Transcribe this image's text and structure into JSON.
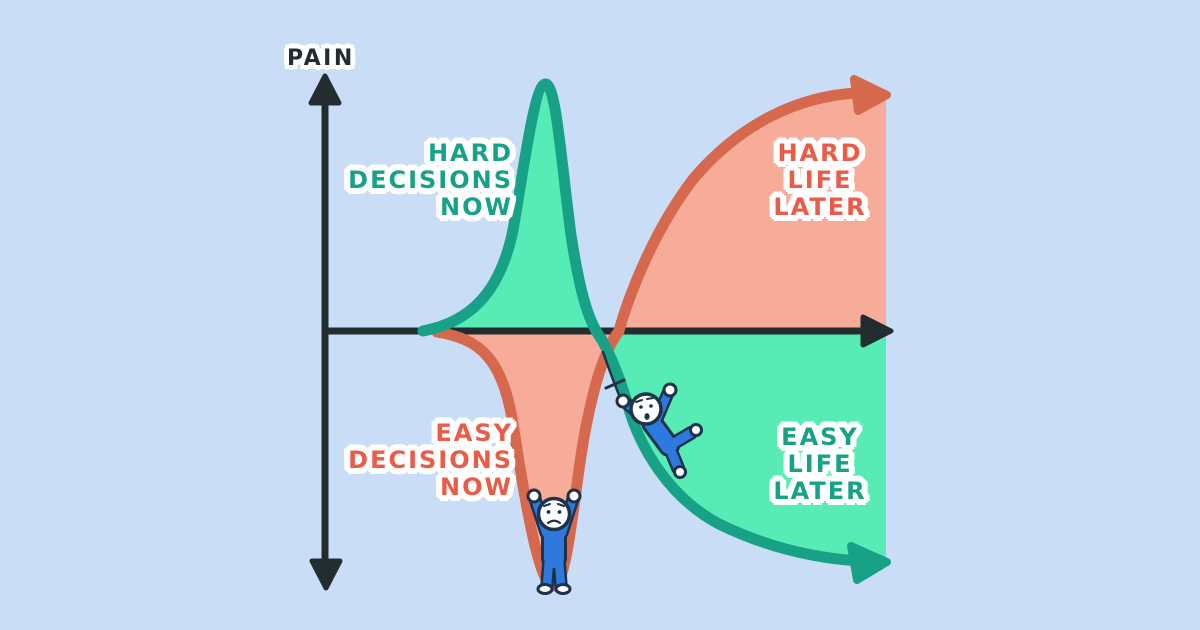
{
  "axis": {
    "y_label": "PAIN"
  },
  "quadrants": {
    "top_left": {
      "line1": "HARD",
      "line2": "DECISIONS",
      "line3": "NOW"
    },
    "top_right": {
      "line1": "HARD",
      "line2": "LIFE",
      "line3": "LATER"
    },
    "bottom_left": {
      "line1": "EASY",
      "line2": "DECISIONS",
      "line3": "NOW"
    },
    "bottom_right": {
      "line1": "EASY",
      "line2": "LIFE",
      "line3": "LATER"
    }
  },
  "colors": {
    "background": "#c9ddf6",
    "axis": "#232d30",
    "green": "#17a287",
    "green_fill": "#57ecb5",
    "red": "#d6684d",
    "red_text": "#ea5c47",
    "red_fill": "#f7ac9a",
    "figure_blue": "#2e79de",
    "figure_outline": "#1d3349",
    "label_outline": "#ffffff"
  }
}
